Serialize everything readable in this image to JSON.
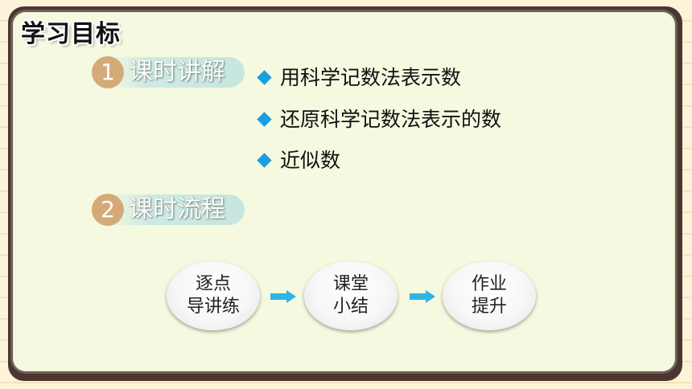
{
  "page_title": "学习目标",
  "sections": [
    {
      "number": "1",
      "title": "课时讲解"
    },
    {
      "number": "2",
      "title": "课时流程"
    }
  ],
  "bullets": [
    "用科学记数法表示数",
    "还原科学记数法表示的数",
    "近似数"
  ],
  "flow": [
    {
      "line1": "逐点",
      "line2": "导讲练"
    },
    {
      "line1": "课堂",
      "line2": "小结"
    },
    {
      "line1": "作业",
      "line2": "提升"
    }
  ],
  "colors": {
    "accent_blue": "#1a9ee0",
    "number_circle": "#d4ab78",
    "board_border": "#4a3530",
    "board_fill": "#f4f9e0",
    "pill_fill": "#c6e6de",
    "arrow": "#2fb4e6"
  }
}
